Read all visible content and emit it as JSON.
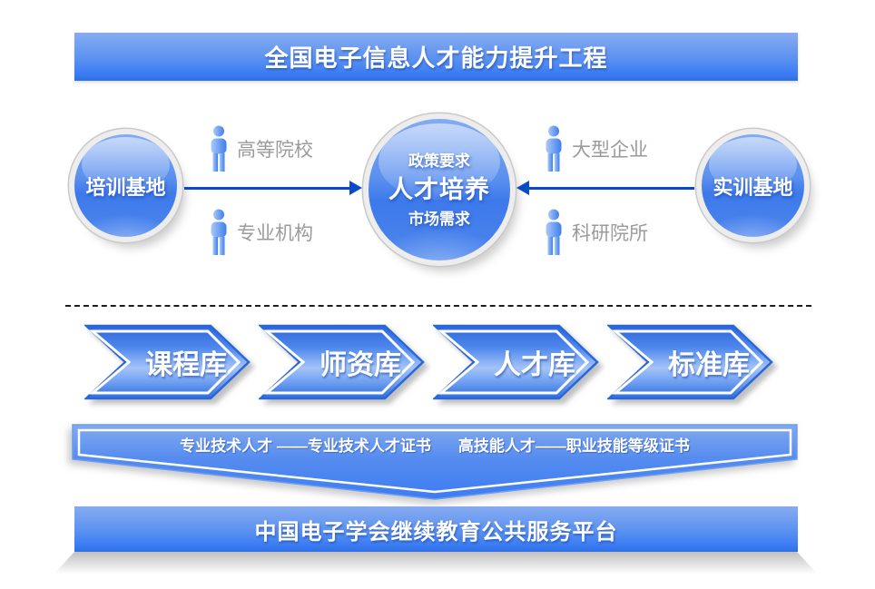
{
  "banner": {
    "title": "全国电子信息人才能力提升工程"
  },
  "spheres": {
    "left": {
      "label": "培训基地"
    },
    "center": {
      "top": "政策要求",
      "main": "人才培养",
      "bottom": "市场需求"
    },
    "right": {
      "label": "实训基地"
    }
  },
  "actors": {
    "left": [
      {
        "label": "高等院校"
      },
      {
        "label": "专业机构"
      }
    ],
    "right": [
      {
        "label": "大型企业"
      },
      {
        "label": "科研院所"
      }
    ]
  },
  "libraries": {
    "items": [
      "课程库",
      "师资库",
      "人才库",
      "标准库"
    ]
  },
  "ribbon": {
    "left_text": "专业技术人才 ——专业技术人才证书",
    "right_text": "高技能人才——职业技能等级证书"
  },
  "platform": {
    "title": "中国电子学会继续教育公共服务平台"
  },
  "colors": {
    "banner_blue_top": "#87abf1",
    "banner_blue_bottom": "#3b7cf4",
    "arrow_blue": "#0a4ac8",
    "label_gray": "#9b9b9b",
    "chevron_border": "#2b67d8"
  }
}
